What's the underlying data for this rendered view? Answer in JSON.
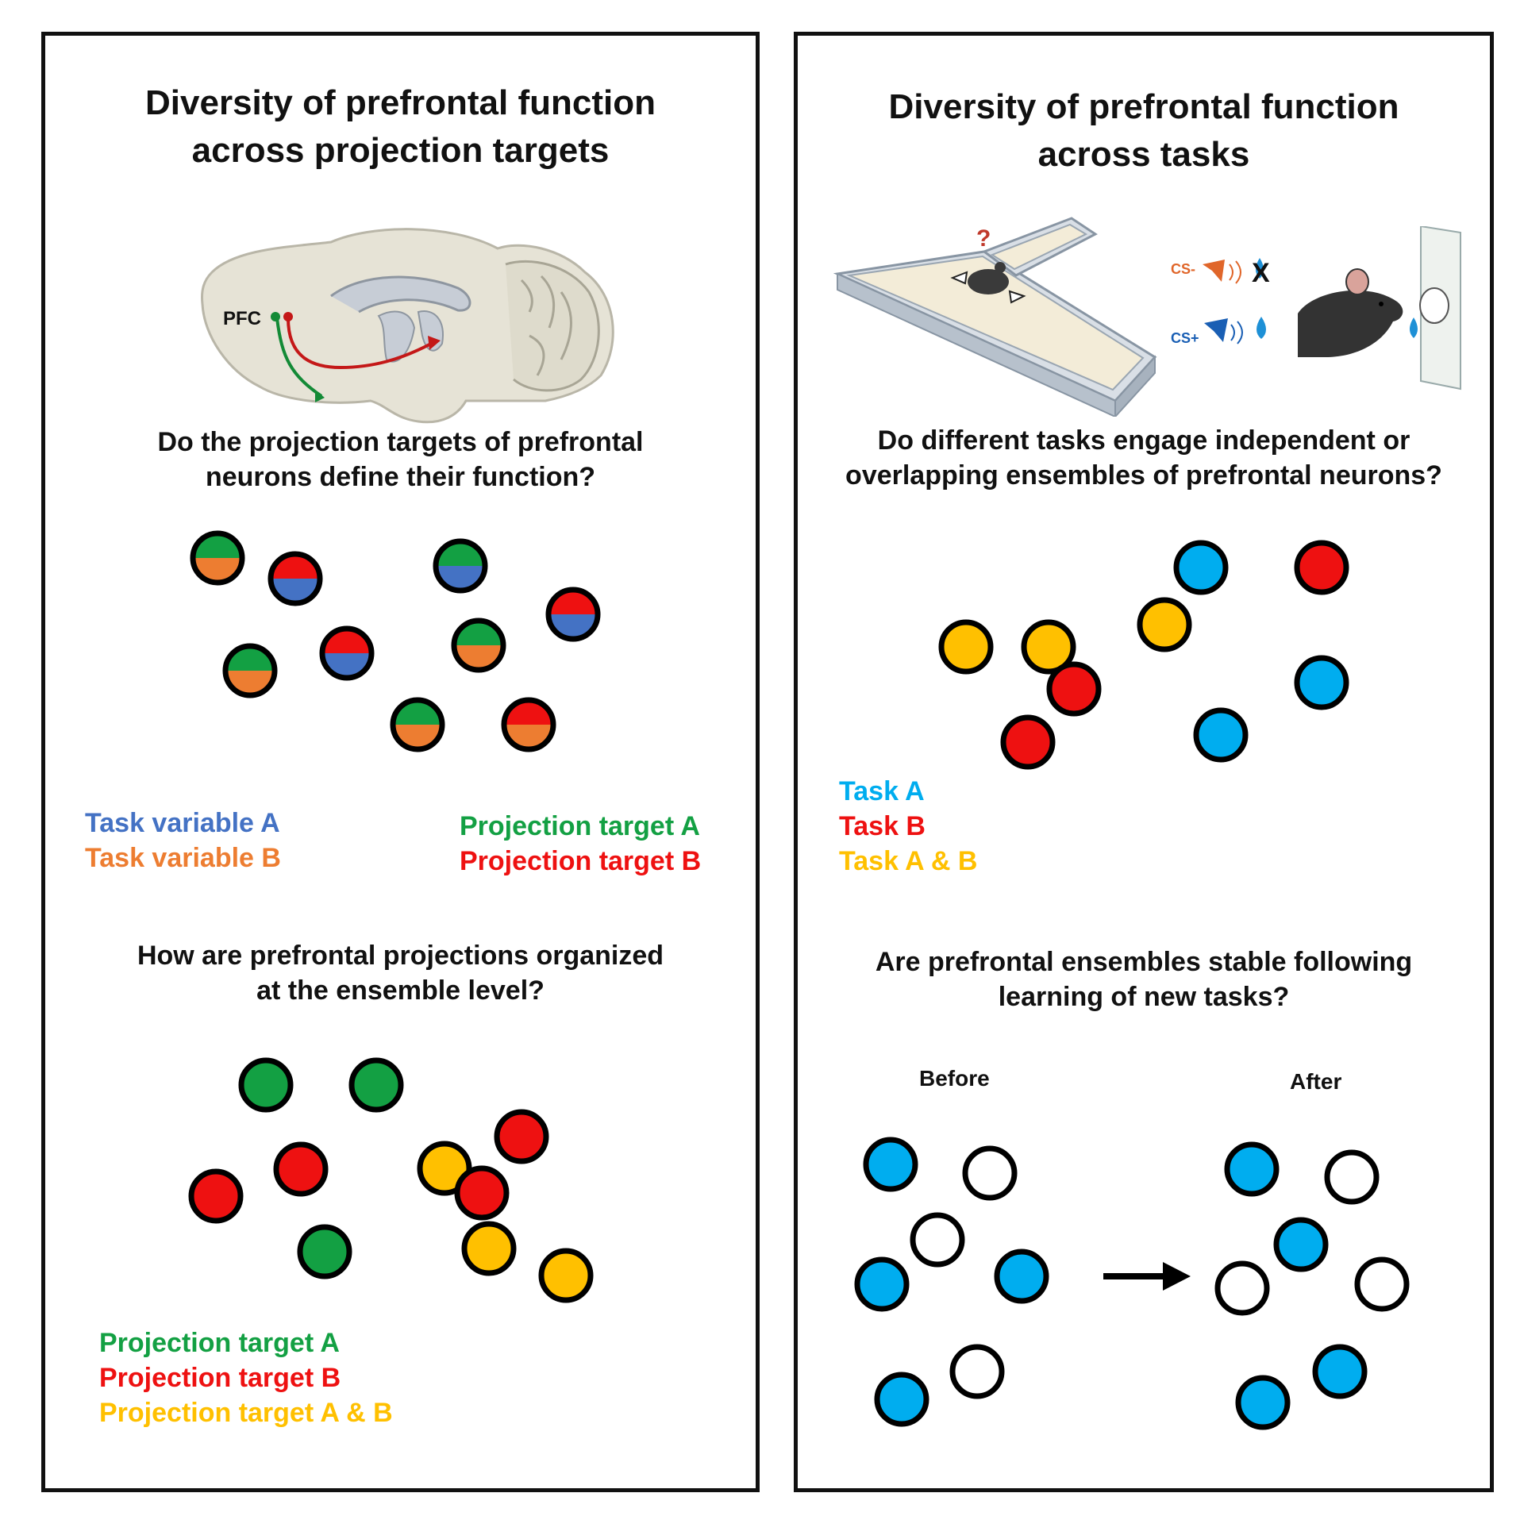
{
  "colors": {
    "green": "#13a043",
    "red": "#ee1111",
    "blue": "#4472c4",
    "orange": "#ed7d31",
    "yellow": "#ffc000",
    "cyan": "#00adef",
    "white": "#ffffff",
    "outline": "#000000"
  },
  "left": {
    "title_line1": "Diversity of prefrontal function",
    "title_line2": "across projection targets",
    "brain_label": "PFC",
    "q1_line1": "Do the projection targets of prefrontal",
    "q1_line2": "neurons define their function?",
    "legend1": {
      "task_a": "Task variable A",
      "task_b": "Task variable B",
      "proj_a": "Projection target A",
      "proj_b": "Projection target B"
    },
    "q2_line1": "How are prefrontal projections organized",
    "q2_line2": "at the ensemble level?",
    "legend2": {
      "proj_a": "Projection target A",
      "proj_b": "Projection target B",
      "proj_ab": "Projection target A & B"
    },
    "split_cells": [
      {
        "top": "green",
        "bottom": "orange"
      },
      {
        "top": "red",
        "bottom": "blue"
      },
      {
        "top": "green",
        "bottom": "blue"
      },
      {
        "top": "red",
        "bottom": "blue"
      },
      {
        "top": "red",
        "bottom": "blue"
      },
      {
        "top": "green",
        "bottom": "orange"
      },
      {
        "top": "green",
        "bottom": "orange"
      },
      {
        "top": "green",
        "bottom": "orange"
      },
      {
        "top": "red",
        "bottom": "orange"
      }
    ],
    "ensemble_cells": [
      "green",
      "green",
      "red",
      "red",
      "yellow",
      "red",
      "red",
      "green",
      "yellow",
      "yellow"
    ]
  },
  "right": {
    "title_line1": "Diversity of prefrontal function",
    "title_line2": "across tasks",
    "cs_minus": "CS-",
    "cs_plus": "CS+",
    "q1_line1": "Do different tasks engage independent or",
    "q1_line2": "overlapping ensembles of prefrontal neurons?",
    "legend": {
      "task_a": "Task A",
      "task_b": "Task B",
      "task_ab": "Task A & B"
    },
    "task_cells": [
      "cyan",
      "red",
      "yellow",
      "yellow",
      "yellow",
      "red",
      "cyan",
      "red",
      "cyan"
    ],
    "q2_line1": "Are prefrontal ensembles stable following",
    "q2_line2": "learning of new tasks?",
    "before_label": "Before",
    "after_label": "After",
    "before_cells": [
      "cyan",
      "white",
      "white",
      "cyan",
      "cyan",
      "cyan",
      "white"
    ],
    "after_cells": [
      "cyan",
      "white",
      "cyan",
      "white",
      "white",
      "cyan",
      "cyan"
    ]
  }
}
